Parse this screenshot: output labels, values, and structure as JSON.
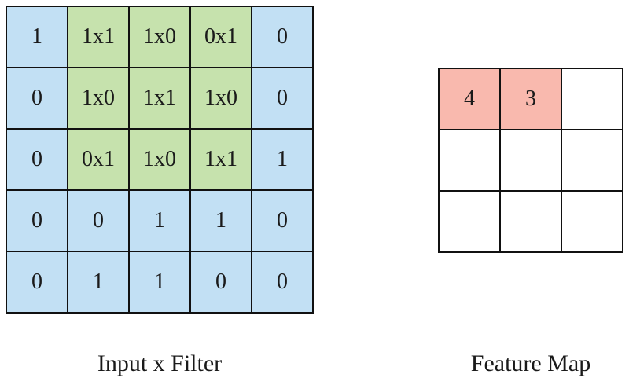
{
  "colors": {
    "input_cell": "#c2e0f4",
    "filter_cell": "#c6e2ad",
    "output_filled": "#f9b9ae",
    "output_empty": "#ffffff",
    "border": "#111111"
  },
  "input": {
    "caption": "Input x Filter",
    "rows": [
      [
        {
          "text": "1",
          "filter": false
        },
        {
          "text": "1x1",
          "filter": true
        },
        {
          "text": "1x0",
          "filter": true
        },
        {
          "text": "0x1",
          "filter": true
        },
        {
          "text": "0",
          "filter": false
        }
      ],
      [
        {
          "text": "0",
          "filter": false
        },
        {
          "text": "1x0",
          "filter": true
        },
        {
          "text": "1x1",
          "filter": true
        },
        {
          "text": "1x0",
          "filter": true
        },
        {
          "text": "0",
          "filter": false
        }
      ],
      [
        {
          "text": "0",
          "filter": false
        },
        {
          "text": "0x1",
          "filter": true
        },
        {
          "text": "1x0",
          "filter": true
        },
        {
          "text": "1x1",
          "filter": true
        },
        {
          "text": "1",
          "filter": false
        }
      ],
      [
        {
          "text": "0",
          "filter": false
        },
        {
          "text": "0",
          "filter": false
        },
        {
          "text": "1",
          "filter": false
        },
        {
          "text": "1",
          "filter": false
        },
        {
          "text": "0",
          "filter": false
        }
      ],
      [
        {
          "text": "0",
          "filter": false
        },
        {
          "text": "1",
          "filter": false
        },
        {
          "text": "1",
          "filter": false
        },
        {
          "text": "0",
          "filter": false
        },
        {
          "text": "0",
          "filter": false
        }
      ]
    ]
  },
  "feature_map": {
    "caption": "Feature Map",
    "rows": [
      [
        {
          "text": "4",
          "filled": true
        },
        {
          "text": "3",
          "filled": true
        },
        {
          "text": "",
          "filled": false
        }
      ],
      [
        {
          "text": "",
          "filled": false
        },
        {
          "text": "",
          "filled": false
        },
        {
          "text": "",
          "filled": false
        }
      ],
      [
        {
          "text": "",
          "filled": false
        },
        {
          "text": "",
          "filled": false
        },
        {
          "text": "",
          "filled": false
        }
      ]
    ]
  }
}
